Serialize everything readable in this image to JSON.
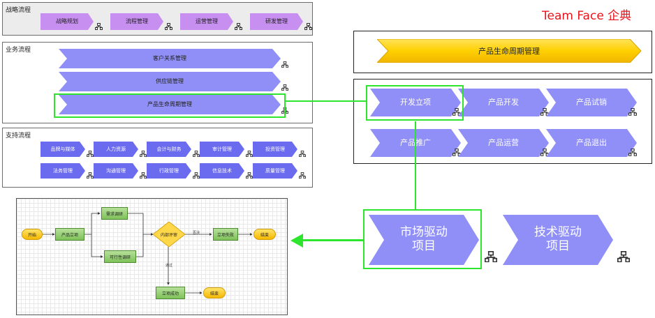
{
  "brand": {
    "text": "Team Face 企典",
    "color": "#e8141b"
  },
  "strategy": {
    "title": "战略流程",
    "items": [
      "战略规划",
      "流程管理",
      "运营管理",
      "研发管理"
    ]
  },
  "business": {
    "title": "业务流程",
    "items": [
      "客户关系管理",
      "供应链管理",
      "产品生命周期管理"
    ]
  },
  "support": {
    "title": "支持流程",
    "row1": [
      "品牌与媒体",
      "人力资源",
      "会计与财务",
      "审计管理",
      "投资管理"
    ],
    "row2": [
      "法务管理",
      "沟通管理",
      "行政管理",
      "信息技术",
      "质量管理"
    ]
  },
  "plm": {
    "title": "产品生命周期管理",
    "row1": [
      "开发立项",
      "产品开发",
      "产品试销"
    ],
    "row2": [
      "产品推广",
      "产品运营",
      "产品退出"
    ]
  },
  "drive": {
    "market": "市场驱动\n项目",
    "tech": "技术驱动\n项目"
  },
  "flowchart": {
    "start": "开始",
    "create": "产品立项",
    "research": "需求调研",
    "feasibility": "可行性调研",
    "review": "内部评审",
    "no_label": "否决",
    "yes_label": "通过",
    "fail": "立项失败",
    "success": "立项成功",
    "end1": "结束",
    "end2": "结束"
  },
  "colors": {
    "chevron": "#8f8ff7",
    "chevron_strategy": "#c78ff0",
    "chevron_support": "#6b6bef",
    "highlight": "#2ee52e",
    "panel_bg": "#f2f2f2"
  }
}
